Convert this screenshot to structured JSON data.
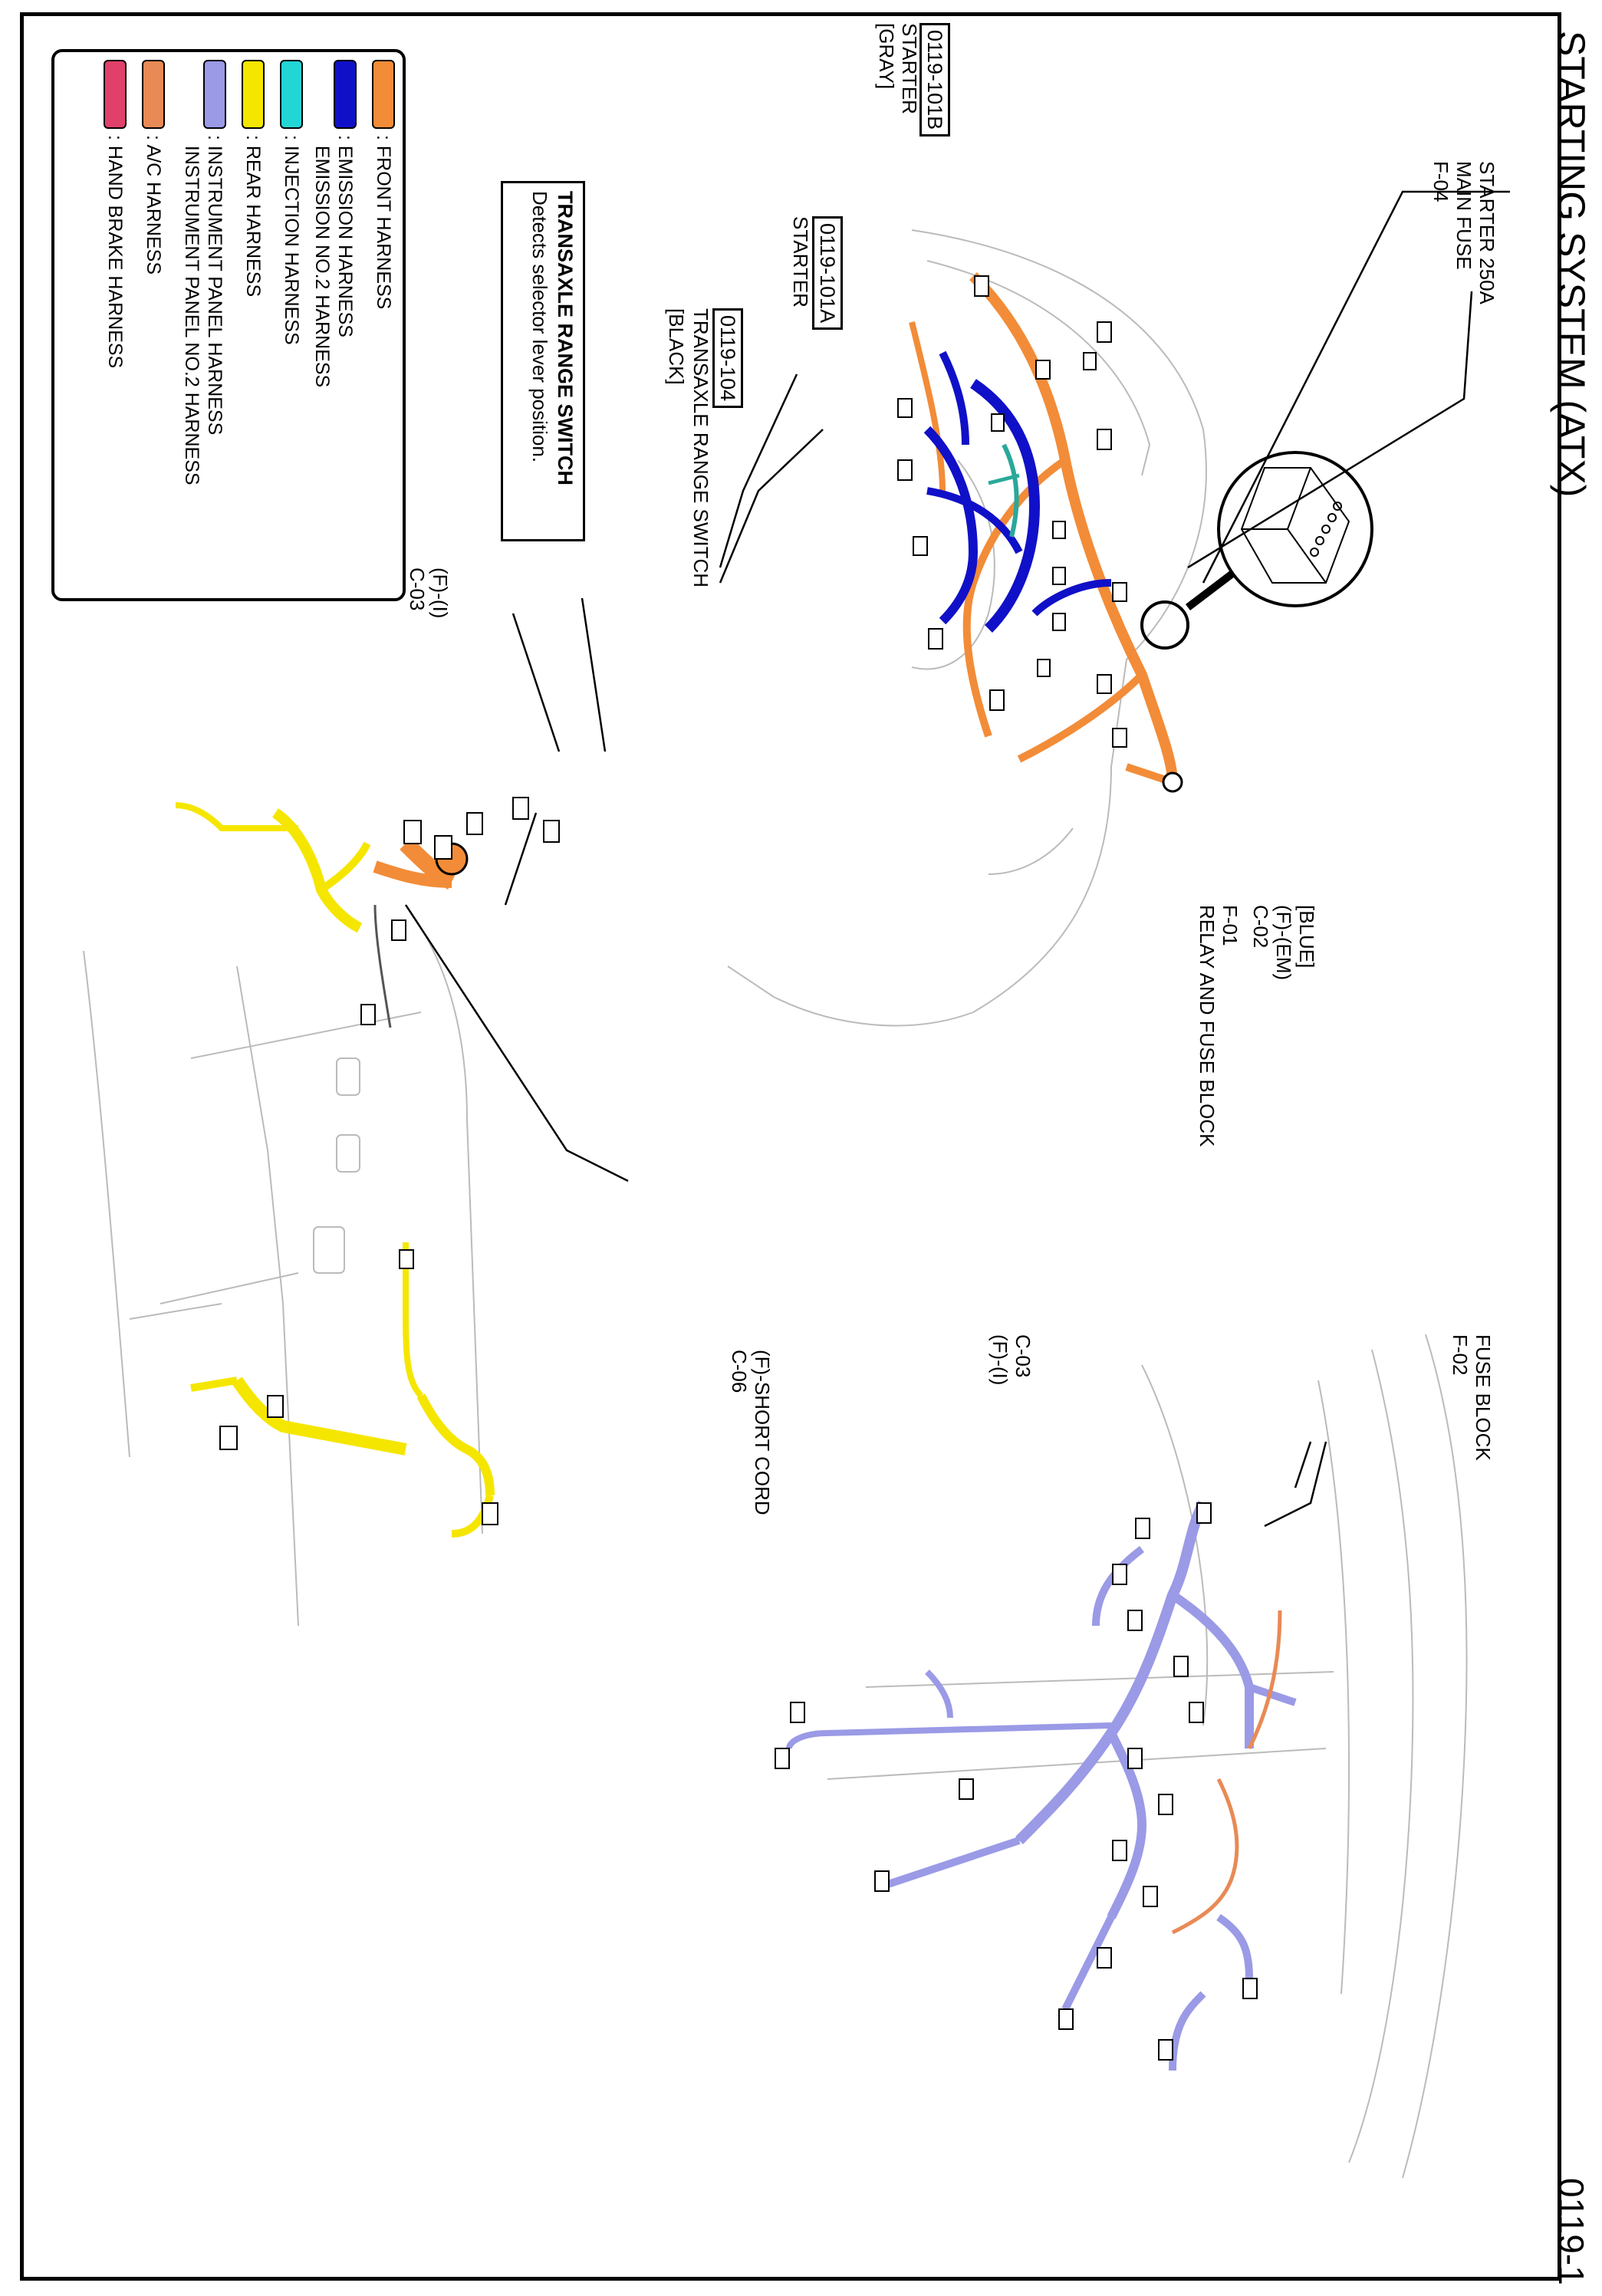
{
  "page": {
    "title": "STARTING SYSTEM (ATX)",
    "page_number": "0119-1"
  },
  "colors": {
    "front_harness": "#f28c38",
    "emission_harness": "#1010c8",
    "emission_no2_harness": "#1c2fb8",
    "injection_harness": "#22d6d6",
    "rear_harness": "#f5e600",
    "instrument_panel_harness": "#9a9ae6",
    "instrument_panel_no2_harness": "#9a9ae6",
    "ac_harness": "#e88a55",
    "hand_brake_harness": "#e0406a"
  },
  "legend": [
    {
      "label": ": FRONT HARNESS",
      "color": "#f28c38"
    },
    {
      "label": ": EMISSION HARNESS",
      "color": "#1010c8"
    },
    {
      "label": "  EMISSION NO.2 HARNESS",
      "color": "#1010c8"
    },
    {
      "label": ": INJECTION HARNESS",
      "color": "#22d6d6"
    },
    {
      "label": ": REAR HARNESS",
      "color": "#f5e600"
    },
    {
      "label": ": INSTRUMENT PANEL HARNESS",
      "color": "#9a9ae6"
    },
    {
      "label": "  INSTRUMENT PANEL NO.2 HARNESS",
      "color": "#9a9ae6"
    },
    {
      "label": ": A/C HARNESS",
      "color": "#e88a55"
    },
    {
      "label": ": HAND BRAKE HARNESS",
      "color": "#e0406a"
    }
  ],
  "description": {
    "title": "TRANSAXLE RANGE SWITCH",
    "text": "Detects selector lever position."
  },
  "callouts": {
    "main_fuse": {
      "line1": "STARTER 250A",
      "line2": "MAIN FUSE",
      "line3": "F-04"
    },
    "starter_b": {
      "code": "0119-101B",
      "line1": "STARTER",
      "line2": "[GRAY]"
    },
    "starter_a": {
      "code": "0119-101A",
      "line1": "STARTER"
    },
    "trs": {
      "code": "0119-104",
      "line1": "TRANSAXLE RANGE SWITCH",
      "line2": "[BLACK]"
    },
    "relay_block": {
      "line1": "[BLUE]",
      "line2": "(F)-(EM)",
      "line3": "C-02",
      "line4": "F-01",
      "line5": "RELAY AND FUSE BLOCK"
    },
    "floor_c03": {
      "line1": "(F)-(I)",
      "line2": "C-03"
    },
    "short_cord": {
      "line1": "(F)-SHORT CORD",
      "line2": "C-06"
    },
    "fuse_block": {
      "line1": "FUSE BLOCK",
      "line2": "F-02"
    },
    "dash_c03": {
      "line1": "C-03",
      "line2": "(F)-(I)"
    }
  }
}
